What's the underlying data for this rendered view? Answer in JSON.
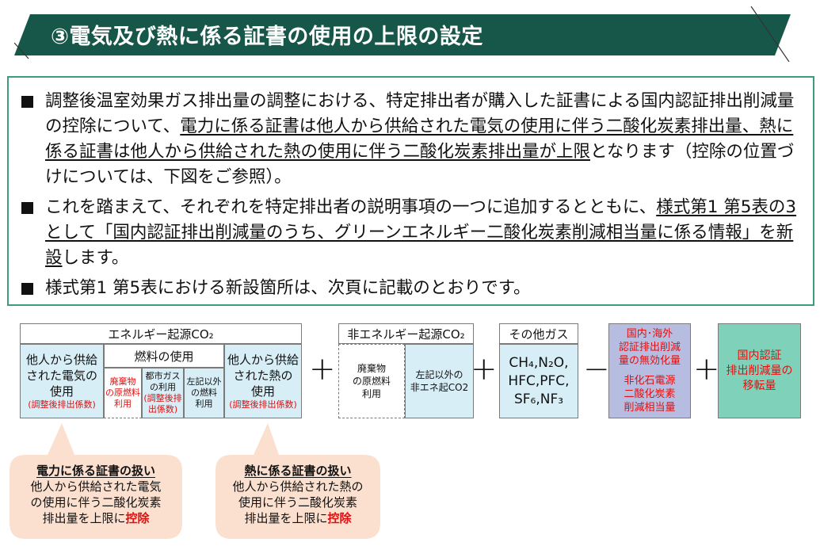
{
  "title": "③電気及び熱に係る証書の使用の上限の設定",
  "bullets": [
    {
      "segments": [
        {
          "t": "調整後温室効果ガス排出量の調整における、特定排出者が購入した証書による国内認証排出削減量の控除について、",
          "u": false
        },
        {
          "t": "電力に係る証書は他人から供給された電気の使用に伴う二酸化炭素排出量、熱に係る証書は他人から供給された熱の使用に伴う二酸化炭素排出量が上限",
          "u": true
        },
        {
          "t": "となります（控除の位置づけについては、下図をご参照）。",
          "u": false
        }
      ]
    },
    {
      "segments": [
        {
          "t": "これを踏まえて、それぞれを特定排出者の説明事項の一つに追加するとともに、",
          "u": false
        },
        {
          "t": "様式第1 第5表の3として「国内認証排出削減量のうち、グリーンエネルギー二酸化炭素削減相当量に係る情報」を新設",
          "u": true
        },
        {
          "t": "します。",
          "u": false
        }
      ]
    },
    {
      "segments": [
        {
          "t": "様式第1 第5表における新設箇所は、次頁に記載のとおりです。",
          "u": false
        }
      ]
    }
  ],
  "diagram": {
    "energy_co2": "エネルギー起源CO₂",
    "fuel_use": "燃料の使用",
    "elec_line1": "他人から供給",
    "elec_line2": "された電気の",
    "elec_line3": "使用",
    "elec_note": "(調整後排出係数)",
    "waste_line1": "廃棄物",
    "waste_line2": "の原燃料",
    "waste_line3": "利用",
    "citygas_line1": "都市ガス",
    "citygas_line2": "の利用",
    "citygas_note1": "(調整後排",
    "citygas_note2": "出係数)",
    "otherfuel_line1": "左記以外",
    "otherfuel_line2": "の燃料",
    "otherfuel_line3": "利用",
    "heat_line1": "他人から供給",
    "heat_line2": "された熱の",
    "heat_line3": "使用",
    "heat_note": "(調整後排出係数)",
    "non_energy_co2": "非エネルギー起源CO₂",
    "ne_waste_line1": "廃棄物",
    "ne_waste_line2": "の原燃料",
    "ne_waste_line3": "利用",
    "ne_other_line1": "左記以外の",
    "ne_other_line2": "非エネ起CO2",
    "other_gas": "その他ガス",
    "gas_line1": "CH₄,N₂O,",
    "gas_line2": "HFC,PFC,",
    "gas_line3": "SF₆,NF₃",
    "invalid_line1": "国内･海外",
    "invalid_line2": "認証排出削減",
    "invalid_line3": "量の無効化量",
    "nonfossil_line1": "非化石電源",
    "nonfossil_line2": "二酸化炭素",
    "nonfossil_line3": "削減相当量",
    "transfer_line1": "国内認証",
    "transfer_line2": "排出削減量の",
    "transfer_line3": "移転量",
    "op_plus": "+",
    "op_minus": "−"
  },
  "callouts": {
    "elec_title": "電力に係る証書の扱い",
    "elec_line1": "他人から供給された電気",
    "elec_line2": "の使用に伴う二酸化炭素",
    "elec_line3_a": "排出量を上限に",
    "elec_line3_b": "控除",
    "heat_title": "熱に係る証書の扱い",
    "heat_line1": "他人から供給された熱の",
    "heat_line2": "使用に伴う二酸化炭素",
    "heat_line3_a": "排出量を上限に",
    "heat_line3_b": "控除"
  },
  "colors": {
    "banner": "#17574a",
    "box_border": "#3a9e7e",
    "cell_blue": "#d8eef7",
    "purple": "#b7bde0",
    "green": "#7fd1b9",
    "callout": "#fbe0cf",
    "red": "#e01010"
  }
}
